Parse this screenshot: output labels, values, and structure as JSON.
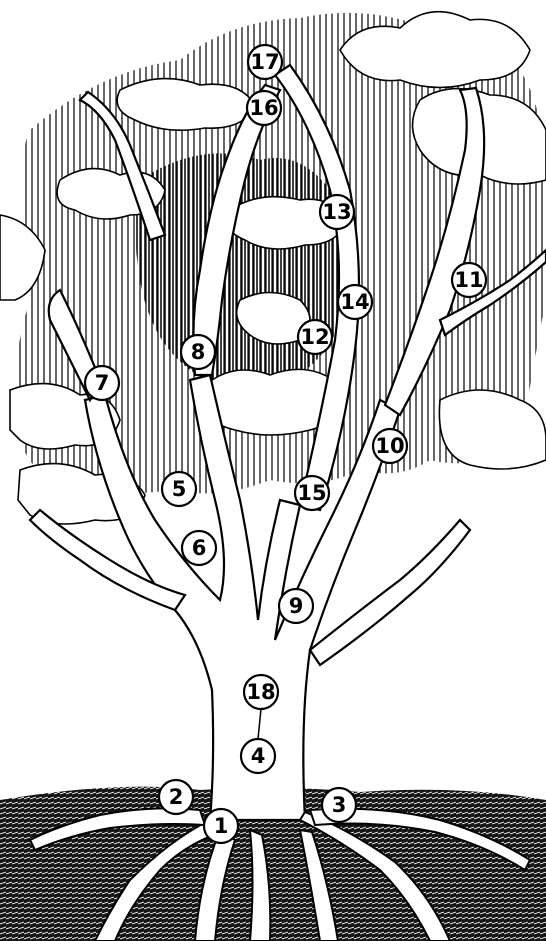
{
  "diagram": {
    "nodes": [
      {
        "label": "1"
      },
      {
        "label": "2"
      },
      {
        "label": "3"
      },
      {
        "label": "4"
      },
      {
        "label": "5"
      },
      {
        "label": "6"
      },
      {
        "label": "7"
      },
      {
        "label": "8"
      },
      {
        "label": "9"
      },
      {
        "label": "10"
      },
      {
        "label": "11"
      },
      {
        "label": "12"
      },
      {
        "label": "13"
      },
      {
        "label": "14"
      },
      {
        "label": "15"
      },
      {
        "label": "16"
      },
      {
        "label": "17"
      },
      {
        "label": "18"
      }
    ]
  },
  "colors": {
    "ink": "#000000",
    "paper": "#ffffff",
    "ground": "#111111"
  }
}
